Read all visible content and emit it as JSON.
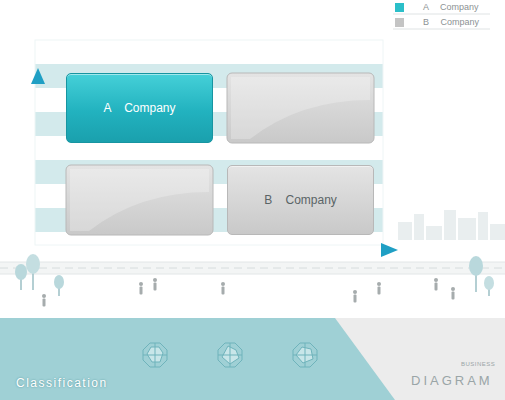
{
  "diagram": {
    "nodes": [
      {
        "text": [
          "A Company"
        ]
      },
      {
        "text": [
          "B Company"
        ]
      }
    ],
    "edges": [],
    "labels": [
      "Classification",
      "BUSINESS",
      "DIAGRAM"
    ],
    "legend": [
      {
        "text": "A Company",
        "color": "#2bbfc9"
      },
      {
        "text": "B Company",
        "color": "#c4c4c4"
      }
    ]
  }
}
